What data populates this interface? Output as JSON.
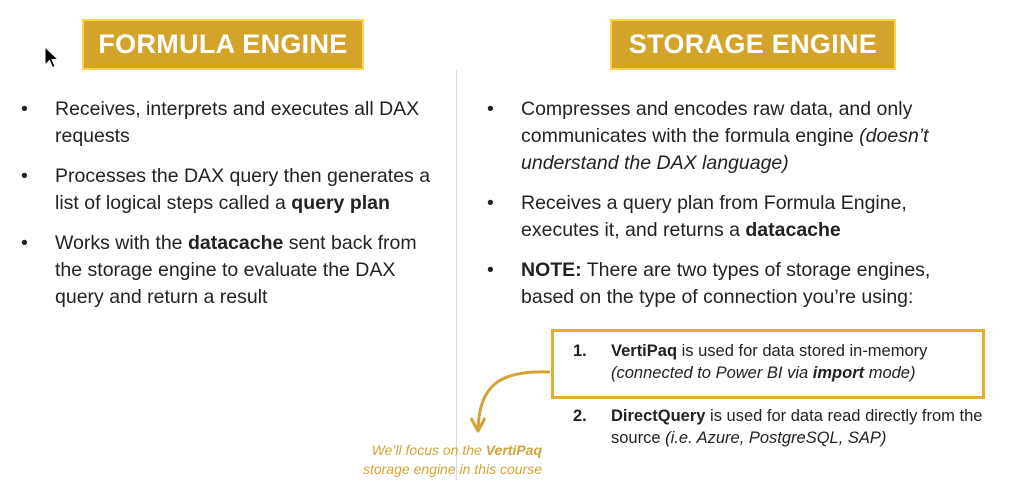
{
  "formula_engine": {
    "title": "FORMULA ENGINE",
    "bullets": [
      {
        "text": "Receives, interprets and executes all DAX requests"
      },
      {
        "pre": "Processes the DAX query then generates a list of logical steps called a ",
        "bold": "query plan"
      },
      {
        "pre": "Works with the ",
        "bold": "datacache",
        "post": " sent back from the storage engine to evaluate the DAX query and return a result"
      }
    ]
  },
  "storage_engine": {
    "title": "STORAGE ENGINE",
    "bullets": [
      {
        "pre": "Compresses and encodes raw data, and only communicates with the formula engine ",
        "italic": "(doesn’t understand the DAX language)"
      },
      {
        "pre": "Receives a query plan from Formula Engine, executes it, and returns a ",
        "bold": "datacache"
      },
      {
        "bold": "NOTE:",
        "post": " There are two types of storage engines, based on the type of connection you’re using:"
      }
    ],
    "types": [
      {
        "num": "1.",
        "bold": "VertiPaq",
        "text": " is used for data stored in-memory",
        "italic_pre": "(connected to Power BI via ",
        "italic_bold": "import",
        "italic_post": " mode)"
      },
      {
        "num": "2.",
        "bold": "DirectQuery",
        "text": " is used for data read directly from the source ",
        "italic": "(i.e. Azure, PostgreSQL, SAP)"
      }
    ]
  },
  "callout": {
    "pre": "We’ll focus on the ",
    "bold": "VertiPaq",
    "post": " storage engine in this course",
    "color": "#d3a335"
  },
  "colors": {
    "title_bg": "#d4a32a",
    "title_border": "#ffd24a",
    "accent": "#e0b033"
  },
  "icons": {
    "cursor": "mouse-pointer-icon",
    "arrow": "curved-arrow-icon"
  }
}
